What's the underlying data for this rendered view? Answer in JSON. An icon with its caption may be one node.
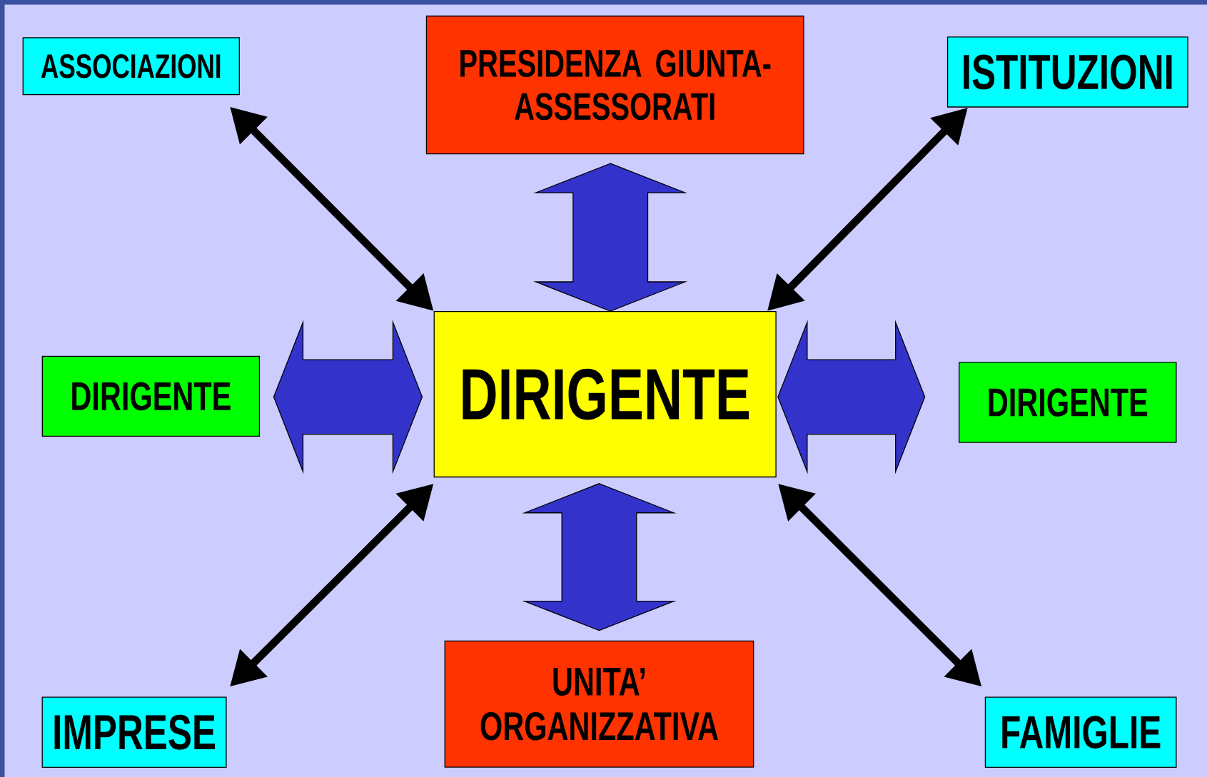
{
  "diagram": {
    "nodes": [
      {
        "text": [
          "ASSOCIAZIONI"
        ]
      },
      {
        "text": [
          "PRESIDENZA GIUNTA- ASSESSORATI"
        ]
      },
      {
        "text": [
          "ISTITUZIONI"
        ]
      },
      {
        "text": [
          "DIRIGENTE"
        ]
      },
      {
        "text": [
          "DIRIGENTE"
        ]
      },
      {
        "text": [
          "DIRIGENTE"
        ]
      },
      {
        "text": [
          "IMPRESE"
        ]
      },
      {
        "text": [
          "UNITA’ ORGANIZZATIVA"
        ]
      },
      {
        "text": [
          "FAMIGLIE"
        ]
      }
    ],
    "edges": [
      {
        "from": 0,
        "to": 4,
        "arrow": "both"
      },
      {
        "from": 1,
        "to": 4,
        "arrow": "both",
        "style": "thick",
        "color": "#3333cc"
      },
      {
        "from": 2,
        "to": 4,
        "arrow": "both"
      },
      {
        "from": 3,
        "to": 4,
        "arrow": "both",
        "style": "thick",
        "color": "#3333cc"
      },
      {
        "from": 4,
        "to": 5,
        "arrow": "both",
        "style": "thick",
        "color": "#3333cc"
      },
      {
        "from": 6,
        "to": 4,
        "arrow": "both"
      },
      {
        "from": 4,
        "to": 7,
        "arrow": "both",
        "style": "thick",
        "color": "#3333cc"
      },
      {
        "from": 4,
        "to": 8,
        "arrow": "both"
      }
    ]
  }
}
